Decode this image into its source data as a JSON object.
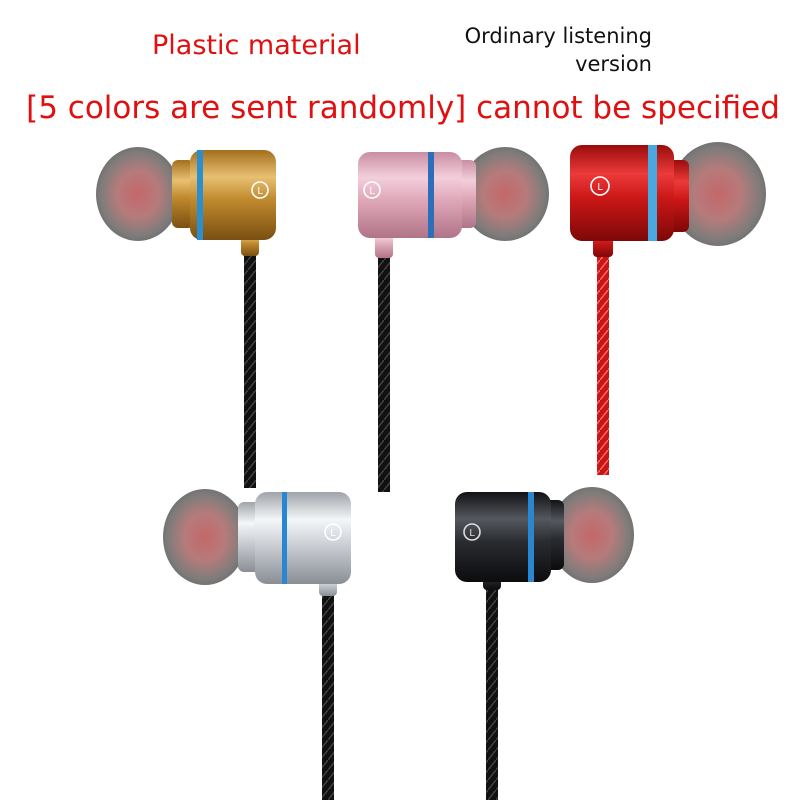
{
  "labels": {
    "material": "Plastic material",
    "version_line1": "Ordinary listening",
    "version_line2": "version",
    "notice": "[5 colors are sent randomly] cannot be specified"
  },
  "earphones": [
    {
      "name": "gold",
      "body_color": "#c08a2e",
      "accent": "#2a8fd0",
      "cable": "#111111"
    },
    {
      "name": "rose-gold",
      "body_color": "#e0a9ba",
      "accent": "#2a6fb8",
      "cable": "#111111"
    },
    {
      "name": "red",
      "body_color": "#d01818",
      "accent": "#4aa8e0",
      "cable": "#c81515"
    },
    {
      "name": "silver",
      "body_color": "#cfd3d8",
      "accent": "#2a86d0",
      "cable": "#111111"
    },
    {
      "name": "black",
      "body_color": "#2a2c30",
      "accent": "#2a86d0",
      "cable": "#111111"
    }
  ],
  "badge_letter": "L"
}
